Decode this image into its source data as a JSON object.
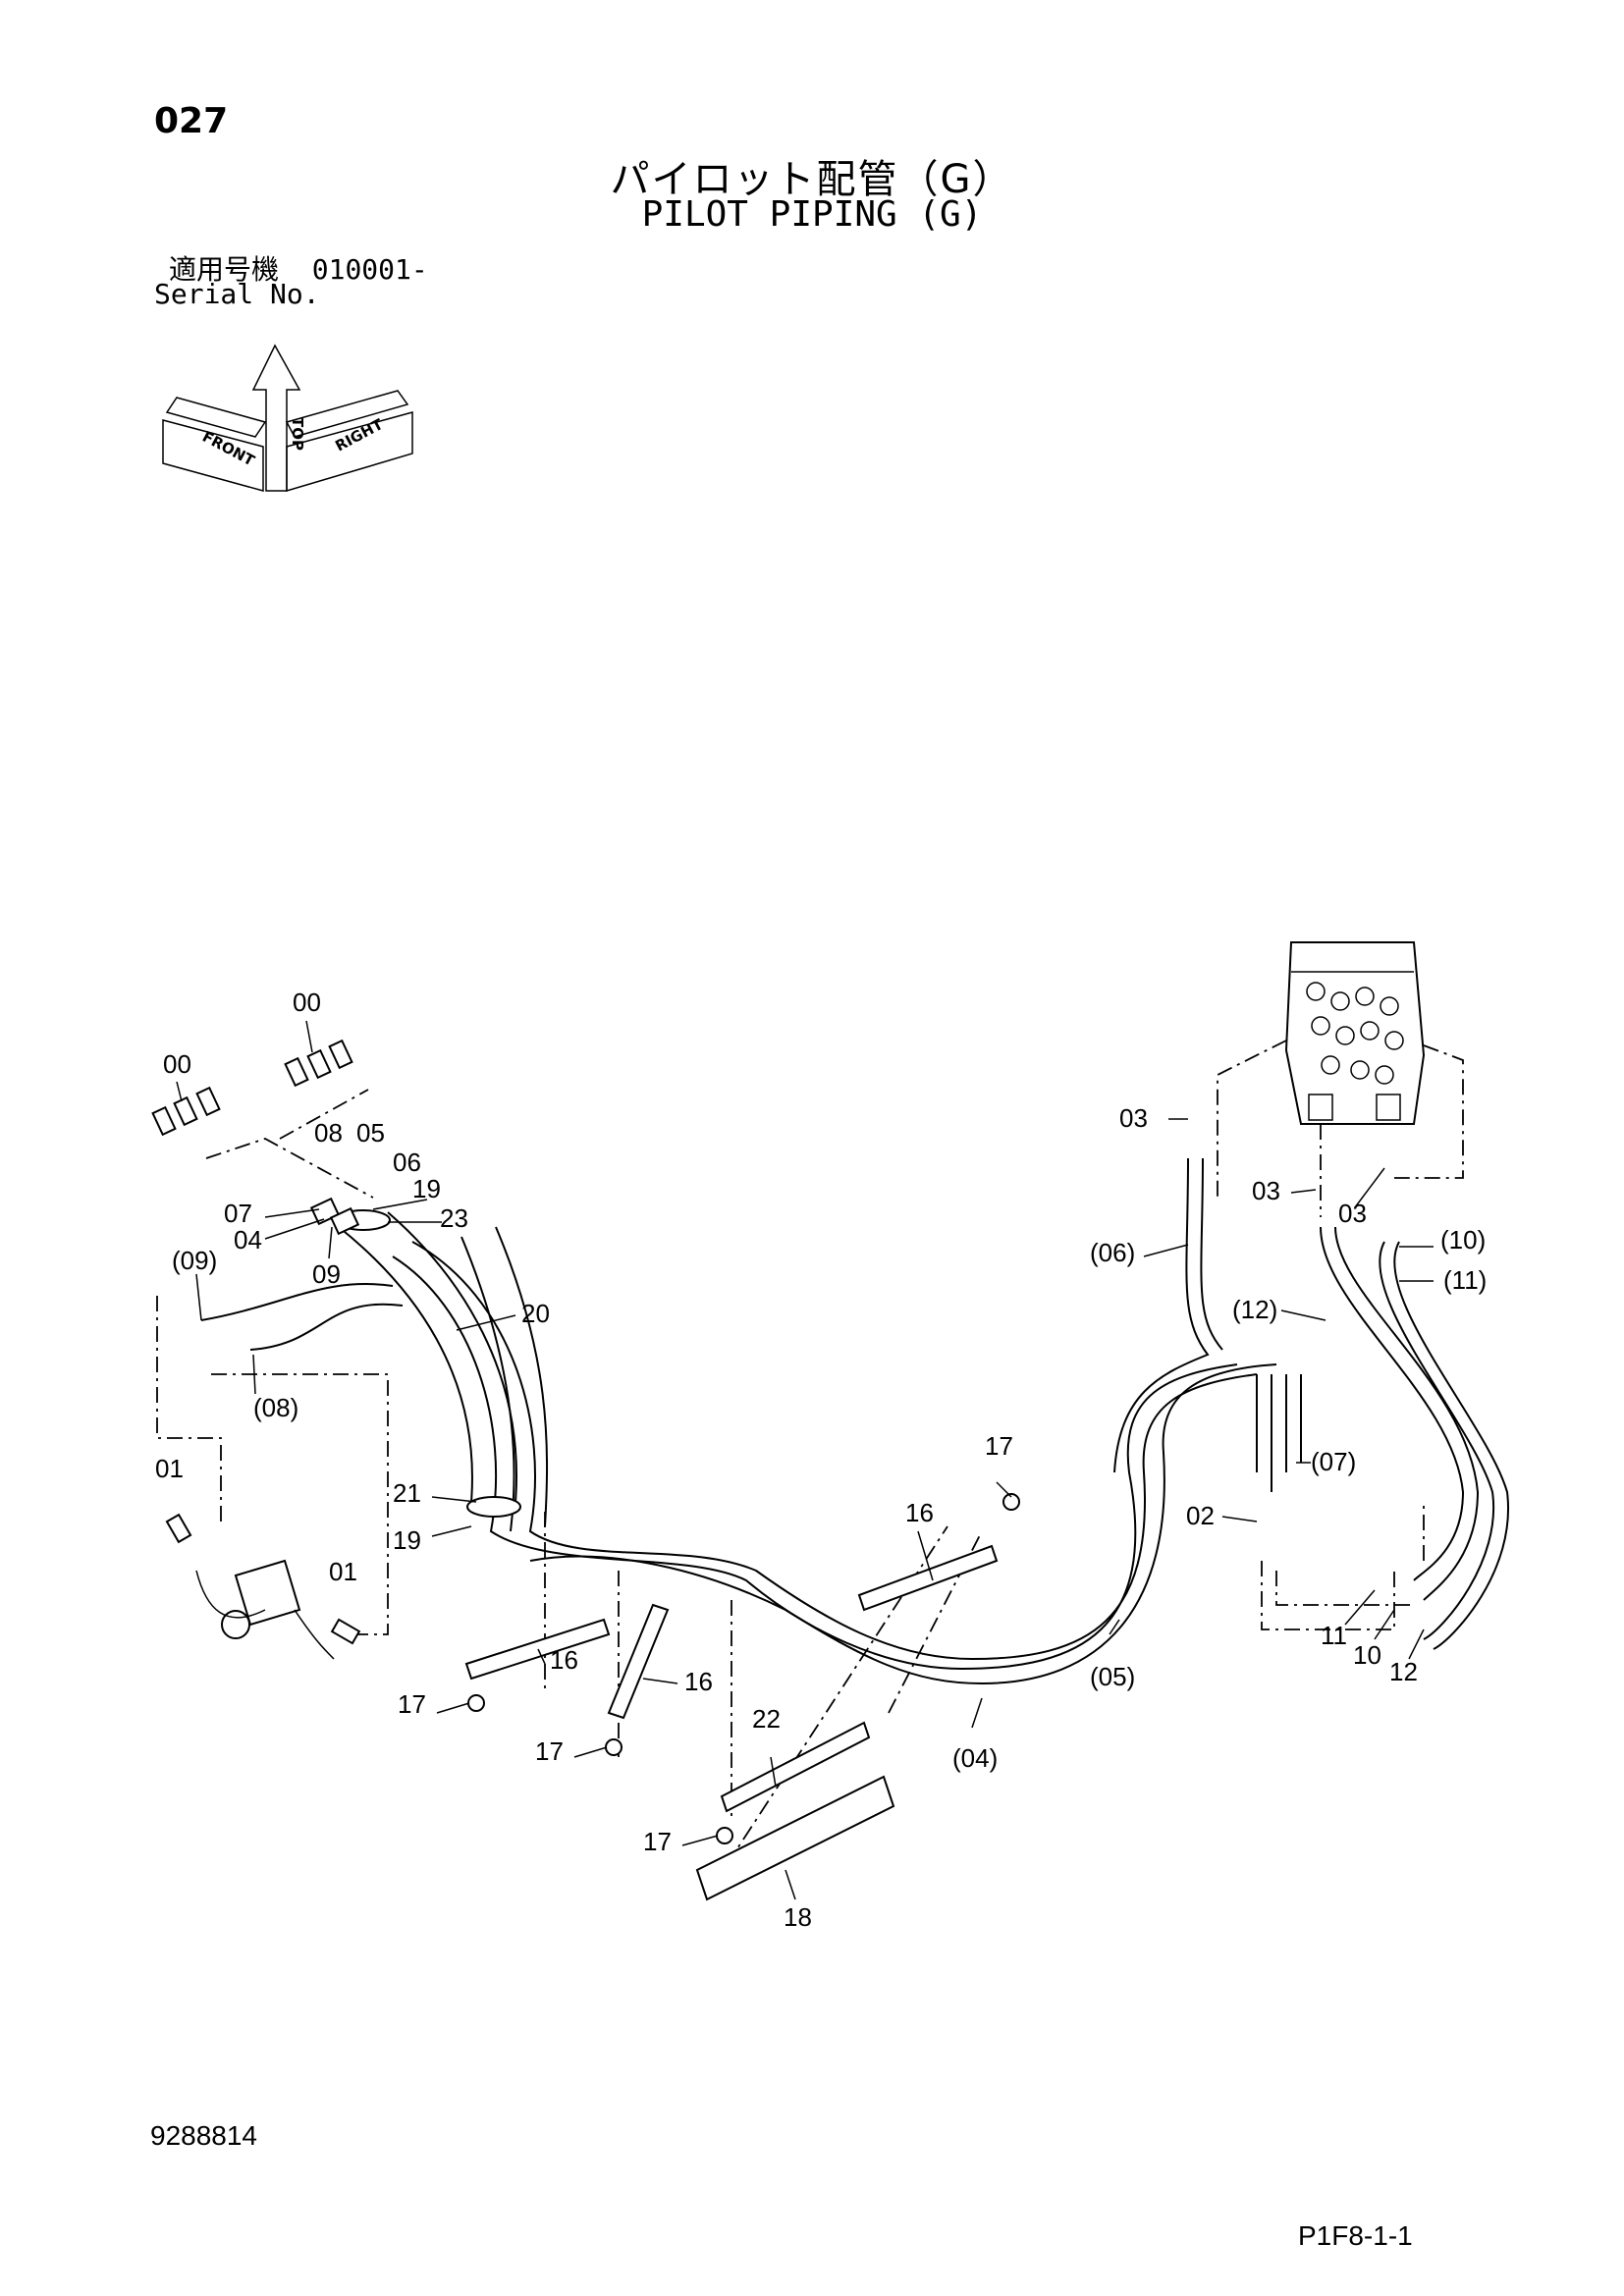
{
  "header": {
    "page_number": "027",
    "title_jp": "パイロット配管（G）",
    "title_en": "PILOT PIPING (G)",
    "serial_label_jp": "適用号機",
    "serial_value": "010001-",
    "serial_label_en": "Serial No."
  },
  "orientation": {
    "top": "TOP",
    "front": "FRONT",
    "right": "RIGHT"
  },
  "callouts": {
    "c00a": "00",
    "c00b": "00",
    "c08a": "08",
    "c05": "05",
    "c06": "06",
    "c19a": "19",
    "c23": "23",
    "c07a": "07",
    "c04": "04",
    "c09a": "09",
    "p09": "(09)",
    "p08": "(08)",
    "c20": "20",
    "c01a": "01",
    "c01b": "01",
    "c21": "21",
    "c19b": "19",
    "c16a": "16",
    "c16b": "16",
    "c16c": "16",
    "c17a": "17",
    "c17b": "17",
    "c17c": "17",
    "c17d": "17",
    "c22": "22",
    "c18": "18",
    "p04": "(04)",
    "p05": "(05)",
    "p06": "(06)",
    "p07": "(07)",
    "p10": "(10)",
    "p11": "(11)",
    "p12": "(12)",
    "c03a": "03",
    "c03b": "03",
    "c03c": "03",
    "c02": "02",
    "c11": "11",
    "c10": "10",
    "c12": "12"
  },
  "footer": {
    "document_number": "9288814",
    "figure_code": "P1F8-1-1"
  }
}
